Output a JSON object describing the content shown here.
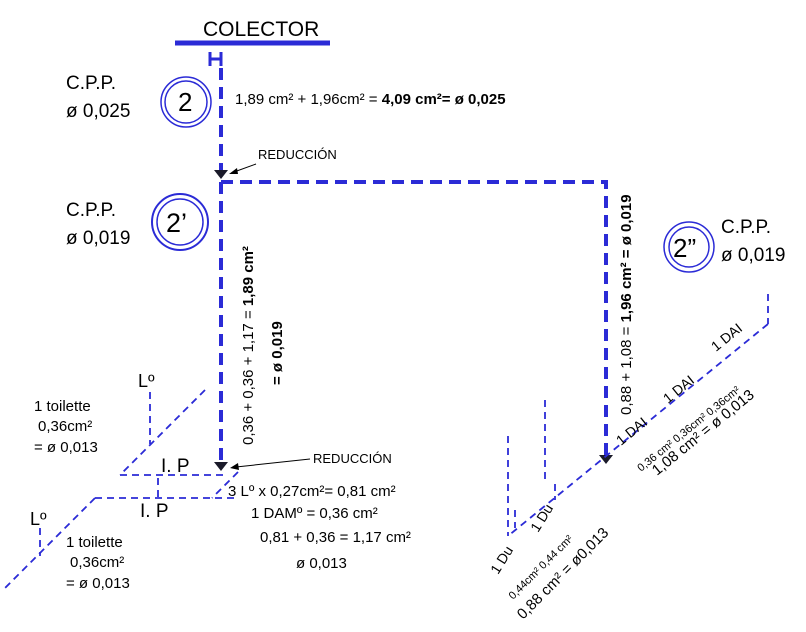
{
  "colors": {
    "pipe": "#2b2bd6",
    "text": "#000000",
    "background": "#ffffff"
  },
  "collector": {
    "title": "COLECTOR"
  },
  "nodes": {
    "n2": {
      "number": "2",
      "line1": "C.P.P.",
      "line2": "ø 0,025"
    },
    "n2a": {
      "number": "2’",
      "line1": "C.P.P.",
      "line2": "ø 0,019"
    },
    "n2b": {
      "number": "2”",
      "line1": "C.P.P.",
      "line2": "ø 0,019"
    }
  },
  "labels": {
    "main_calc_plain": "1,89 cm² + 1,96cm² = ",
    "main_calc_bold": "4,09 cm²= ø 0,025",
    "reduction_top": "REDUCCIÓN",
    "reduction_bottom": "REDUCCIÓN",
    "vertical_left_plain": "0,36 +  0,36 + 1,17 = ",
    "vertical_left_bold": "1,89 cm²",
    "vertical_left_diam": "= ø 0,019",
    "vertical_right_plain": "0,88 +  1,08 = ",
    "vertical_right_bold": "1,96 cm² = ø 0,019",
    "lo_upper": "Lº",
    "lo_lower": "Lº",
    "ip_upper": "I. P",
    "ip_lower": "I. P",
    "toilet_upper": {
      "line1": "1 toilette",
      "line2": "0,36cm²",
      "line3": "= ø 0,013"
    },
    "toilet_lower": {
      "line1": "1 toilette",
      "line2": "0,36cm²",
      "line3": "= ø 0,013"
    },
    "sum_lo": "3 Lº x 0,27cm²= 0,81 cm²",
    "sum_dam": "1 DAMº = 0,36 cm²",
    "sum_total": "0,81 + 0,36 = 1,17 cm²",
    "sum_diam": "ø 0,013",
    "dai_1": "1 DAI",
    "dai_2": "1 DAI",
    "dai_3": "1 DAI",
    "dai_areas": "0,36 cm²  0,36cm²   0,36cm²",
    "dai_total": "1,08 cm² = ø 0,013",
    "du_1": "1 Du",
    "du_2": "1 Du",
    "du_areas": "0,44cm²  0,44 cm²",
    "du_total": "0,88 cm² = ø0,013"
  }
}
